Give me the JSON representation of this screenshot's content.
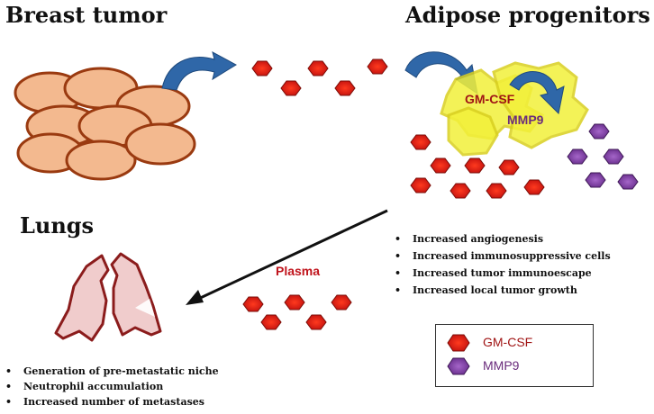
{
  "titles": {
    "breast_tumor": "Breast tumor",
    "adipose": "Adipose progenitors",
    "lungs": "Lungs"
  },
  "cell_labels": {
    "gm_csf": "GM-CSF",
    "mmp9": "MMP9",
    "plasma": "Plasma"
  },
  "adipose_effects": [
    "Increased angiogenesis",
    "Increased immunosuppressive cells",
    "Increased tumor immunoescape",
    "Increased local tumor growth"
  ],
  "lung_effects": [
    "Generation of pre-metastatic niche",
    "Neutrophil accumulation",
    "Increased number of metastases"
  ],
  "legend": [
    {
      "label": "GM-CSF",
      "icon": "red-hexagon-icon"
    },
    {
      "label": "MMP9",
      "icon": "purple-hexagon-icon"
    }
  ],
  "colors": {
    "gm_csf": "#d8130f",
    "mmp9": "#7b3f9c",
    "tumor_cell": "#f3b98f",
    "adipose": "#f2f03a",
    "arrow_blue": "#2f67a8",
    "lung": "#f0cccc"
  }
}
